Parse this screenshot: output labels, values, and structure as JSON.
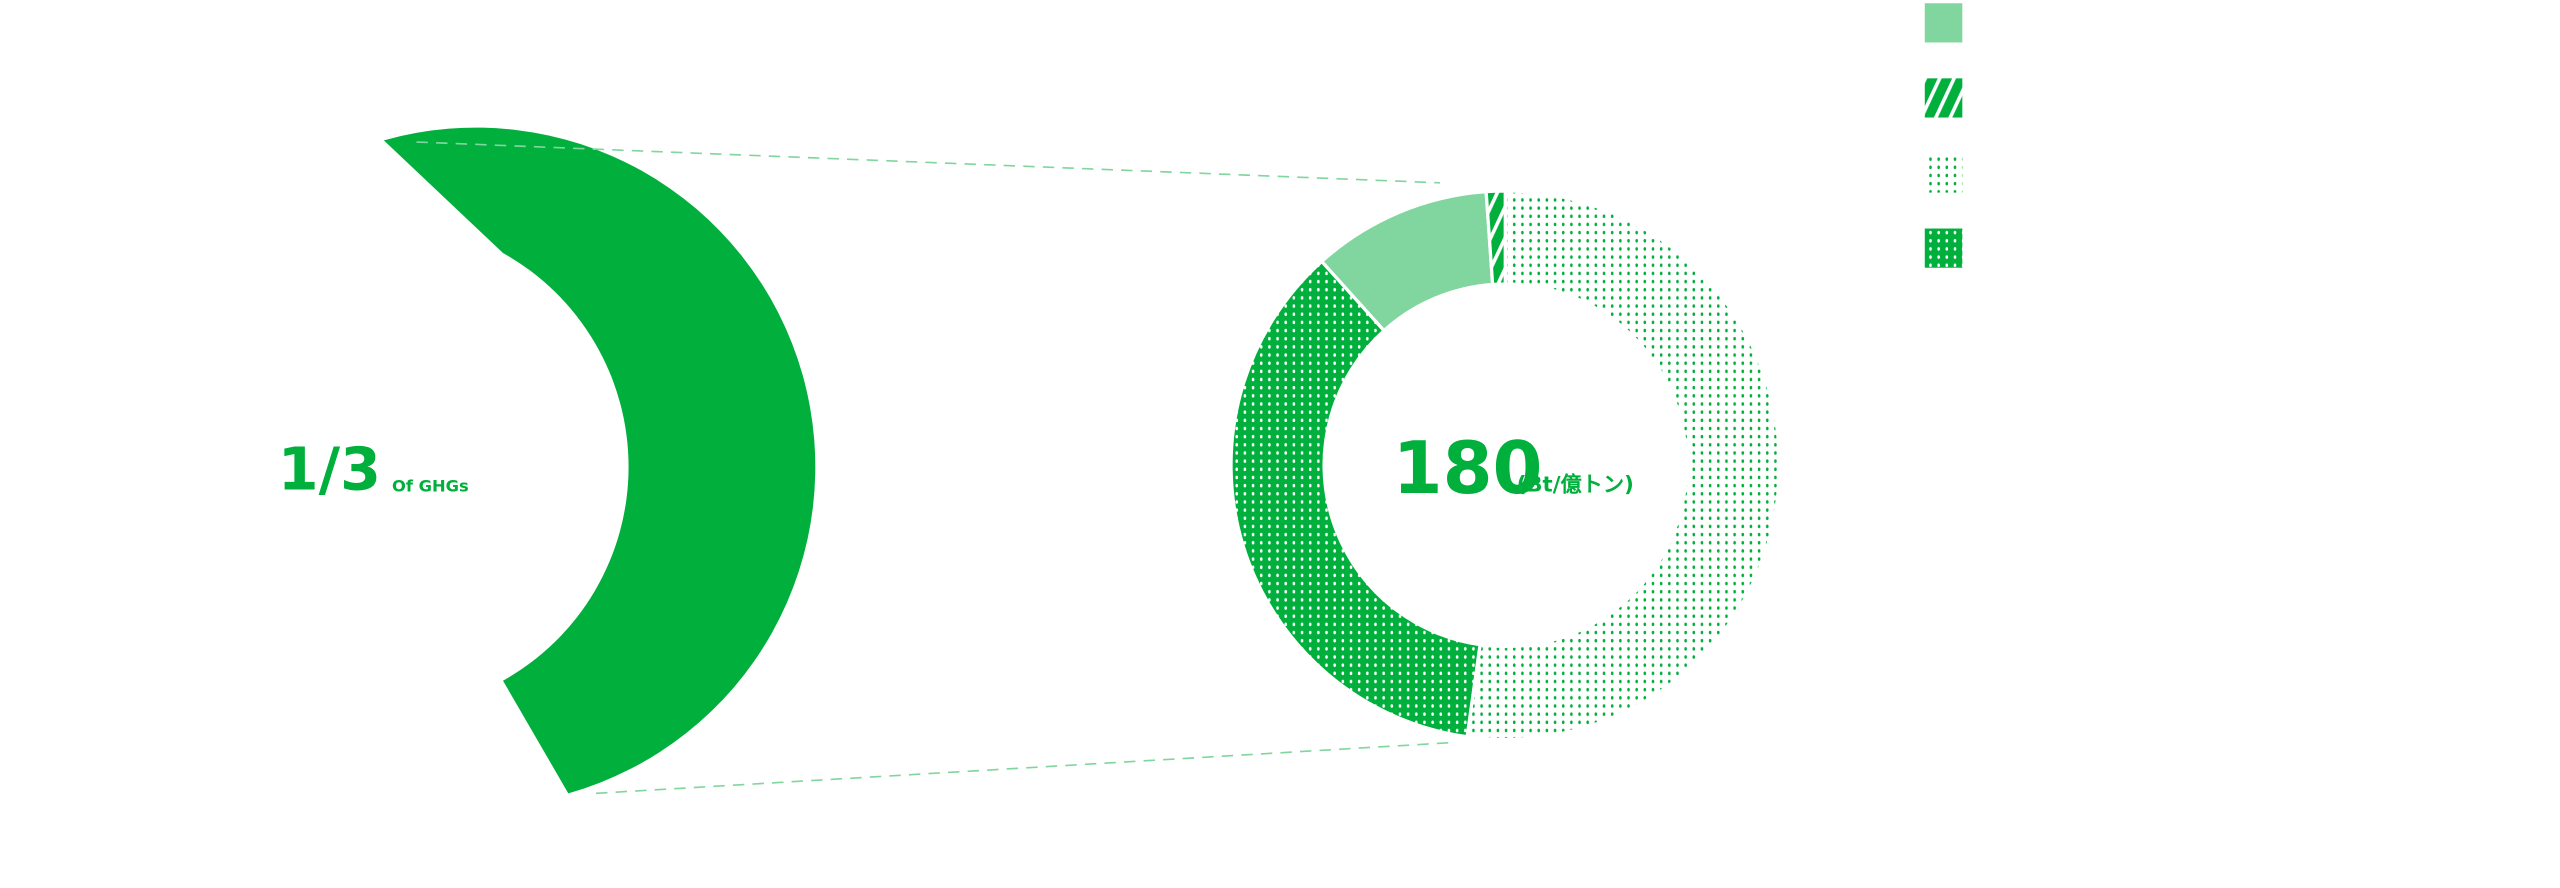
{
  "left": {
    "fraction_label": "1/3",
    "fraction_caption": "Of GHGs",
    "fraction_value": 0.3333
  },
  "center": {
    "total_value": "180",
    "total_unit": "(Bt/億トン)"
  },
  "colors": {
    "primary": "#00af3c",
    "light": "#80d69e",
    "connector": "#80d69e"
  },
  "chart_data": {
    "type": "pie",
    "variant": "donut",
    "title": "",
    "total": 180,
    "unit": "Bt/億トン",
    "legend_placement": "top-right",
    "series": [
      {
        "name": "",
        "fill": "solid-light",
        "value": 19
      },
      {
        "name": "",
        "fill": "hatched",
        "value": 2
      },
      {
        "name": "",
        "fill": "dotted-light",
        "value": 94
      },
      {
        "name": "",
        "fill": "dotted-dark",
        "value": 65
      }
    ],
    "draw_order": [
      2,
      3,
      0,
      1
    ]
  }
}
